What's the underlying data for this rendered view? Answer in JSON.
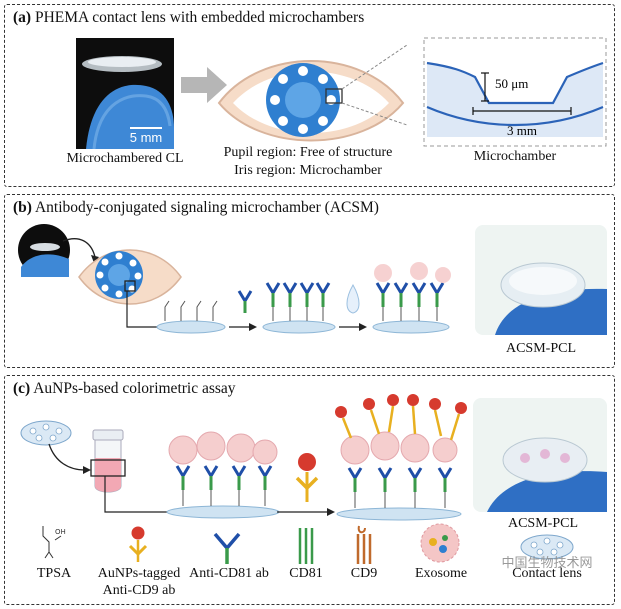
{
  "panel_a": {
    "letter": "(a)",
    "title": "PHEMA contact lens with embedded microchambers",
    "scale_bar": "5 mm",
    "lens_caption": "Microchambered CL",
    "pupil_caption": "Pupil region: Free of structure",
    "iris_caption": "Iris region: Microchamber",
    "depth_label": "50 μm",
    "width_label": "3 mm",
    "chamber_caption": "Microchamber"
  },
  "panel_b": {
    "letter": "(b)",
    "title": "Antibody-conjugated signaling microchamber (ACSM)",
    "photo_caption": "ACSM-PCL"
  },
  "panel_c": {
    "letter": "(c)",
    "title": "AuNPs-based colorimetric assay",
    "photo_caption": "ACSM-PCL",
    "legend": [
      {
        "line1": "TPSA",
        "line2": ""
      },
      {
        "line1": "AuNPs-tagged",
        "line2": "Anti-CD9 ab"
      },
      {
        "line1": "Anti-CD81 ab",
        "line2": ""
      },
      {
        "line1": "CD81",
        "line2": ""
      },
      {
        "line1": "CD9",
        "line2": ""
      },
      {
        "line1": "Exosome",
        "line2": ""
      },
      {
        "line1": "Contact lens",
        "line2": ""
      }
    ]
  },
  "watermark": "中国生物技术网",
  "colors": {
    "eye_blue": "#2f7fd0",
    "skin": "#f6dcc8",
    "antibody_blue": "#1f4fa8",
    "antibody_green": "#3a9a4a",
    "antibody_yellow": "#e8b020",
    "gold_np": "#d63a2e",
    "exosome": "#f4c6c6",
    "lens_surface": "#cfe3f2",
    "chamber_line": "#2b63b8"
  }
}
